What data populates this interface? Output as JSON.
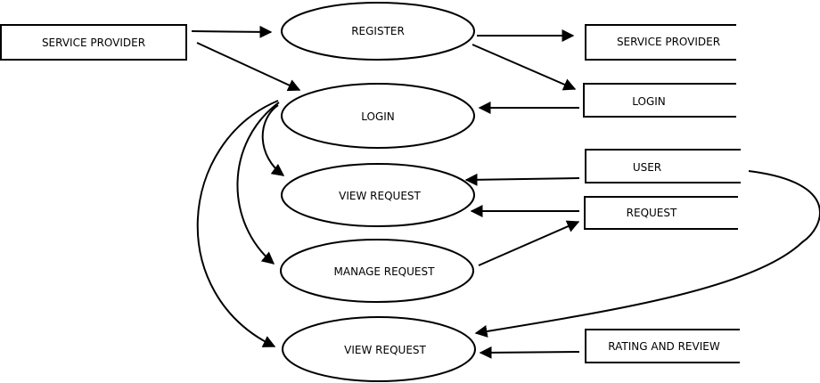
{
  "diagram": {
    "entity": "SERVICE PROVIDER",
    "processes": {
      "register": "REGISTER",
      "login": "LOGIN",
      "view_request_1": "VIEW REQUEST",
      "manage_request": "MANAGE REQUEST",
      "view_request_2": "VIEW REQUEST"
    },
    "data_stores": {
      "service_provider": "SERVICE PROVIDER",
      "login": "LOGIN",
      "user": "USER",
      "request": "REQUEST",
      "rating_and_review": "RATING AND REVIEW"
    }
  },
  "colors": {
    "stroke": "#000000",
    "background": "#ffffff"
  }
}
